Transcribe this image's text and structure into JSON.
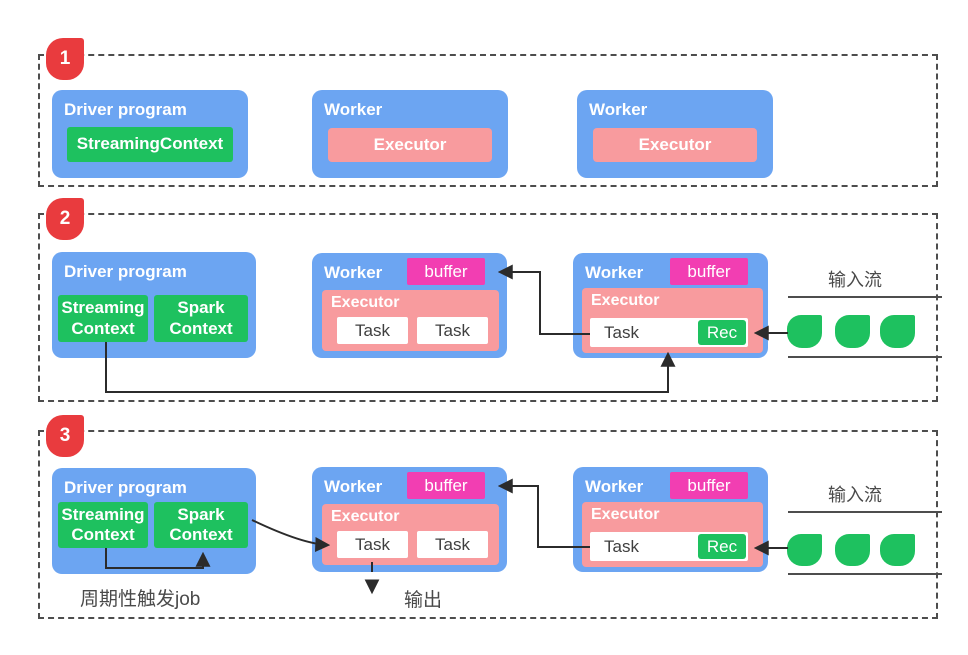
{
  "colors": {
    "blue": "#6CA5F2",
    "green": "#1EC15F",
    "pink": "#F89B9E",
    "magenta": "#F23EB2",
    "red": "#E93B3E",
    "line": "#2f2f2f",
    "ink": "#4a4a4a"
  },
  "steps": {
    "one": "1",
    "two": "2",
    "three": "3"
  },
  "labels": {
    "driver_program": "Driver program",
    "worker": "Worker",
    "executor": "Executor",
    "streaming_context_joined": "StreamingContext",
    "streaming_context": "Streaming Context",
    "spark_context": "Spark Context",
    "buffer": "buffer",
    "task": "Task",
    "rec": "Rec",
    "input_stream": "输入流",
    "output": "输出",
    "periodic_trigger_job": "周期性触发job"
  }
}
